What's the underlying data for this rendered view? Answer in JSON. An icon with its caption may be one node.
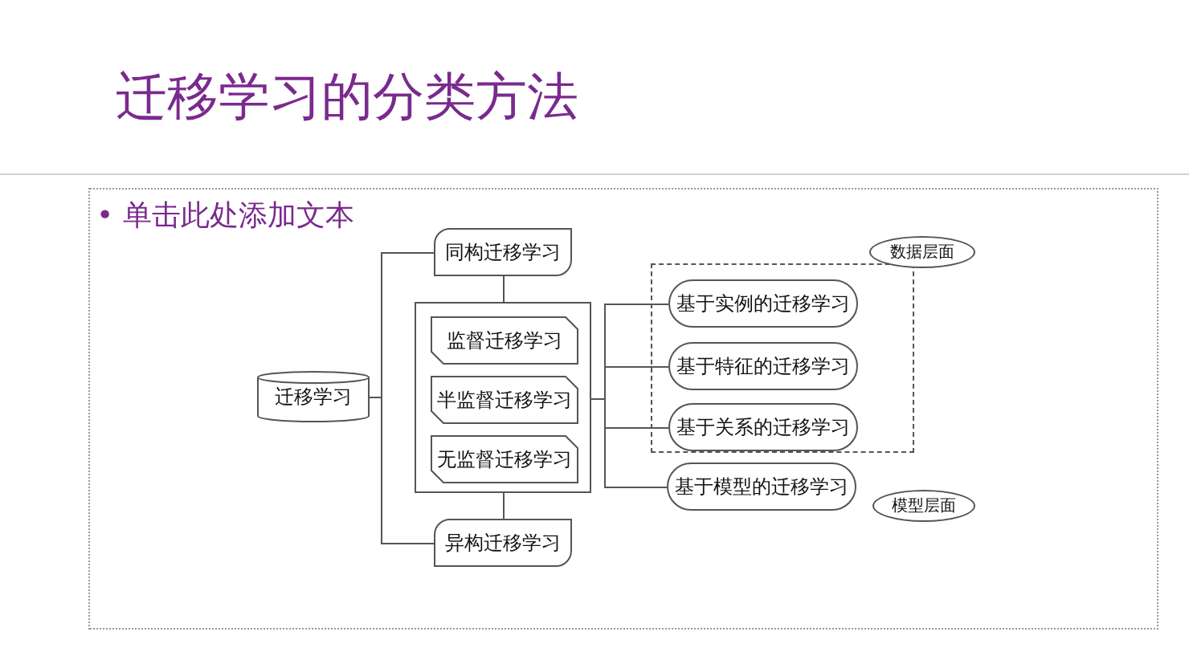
{
  "diagram": {
    "title": "迁移学习的分类方法",
    "nodes": [
      {
        "text": [
          "迁移学习"
        ]
      },
      {
        "text": [
          "同构迁移学习"
        ]
      },
      {
        "text": [],
        "shape": "box"
      },
      {
        "text": [
          "监督迁移学习"
        ],
        "in": 2
      },
      {
        "text": [
          "半监督迁移学习"
        ],
        "in": 2
      },
      {
        "text": [
          "无监督迁移学习"
        ],
        "in": 2
      },
      {
        "text": [
          "异构迁移学习"
        ]
      },
      {
        "text": [],
        "shape": "box"
      },
      {
        "text": [
          "数据层面"
        ]
      },
      {
        "text": [
          "基于实例的迁移学习"
        ],
        "in": 7
      },
      {
        "text": [
          "基于特征的迁移学习"
        ],
        "in": 7
      },
      {
        "text": [
          "基于关系的迁移学习"
        ],
        "in": 7
      },
      {
        "text": [
          "基于模型的迁移学习"
        ]
      },
      {
        "text": [
          "模型层面"
        ]
      }
    ],
    "edges": [
      {
        "from": 0,
        "to": 1,
        "arrow": "none"
      },
      {
        "from": 0,
        "to": 6,
        "arrow": "none"
      },
      {
        "from": 1,
        "to": 2,
        "arrow": "none"
      },
      {
        "from": 2,
        "to": 6,
        "arrow": "none"
      },
      {
        "from": 2,
        "to": 9,
        "arrow": "none"
      },
      {
        "from": 2,
        "to": 10,
        "arrow": "none"
      },
      {
        "from": 2,
        "to": 11,
        "arrow": "none"
      },
      {
        "from": 2,
        "to": 12,
        "arrow": "none"
      }
    ],
    "labels": [
      "• 单击此处添加文本"
    ]
  }
}
